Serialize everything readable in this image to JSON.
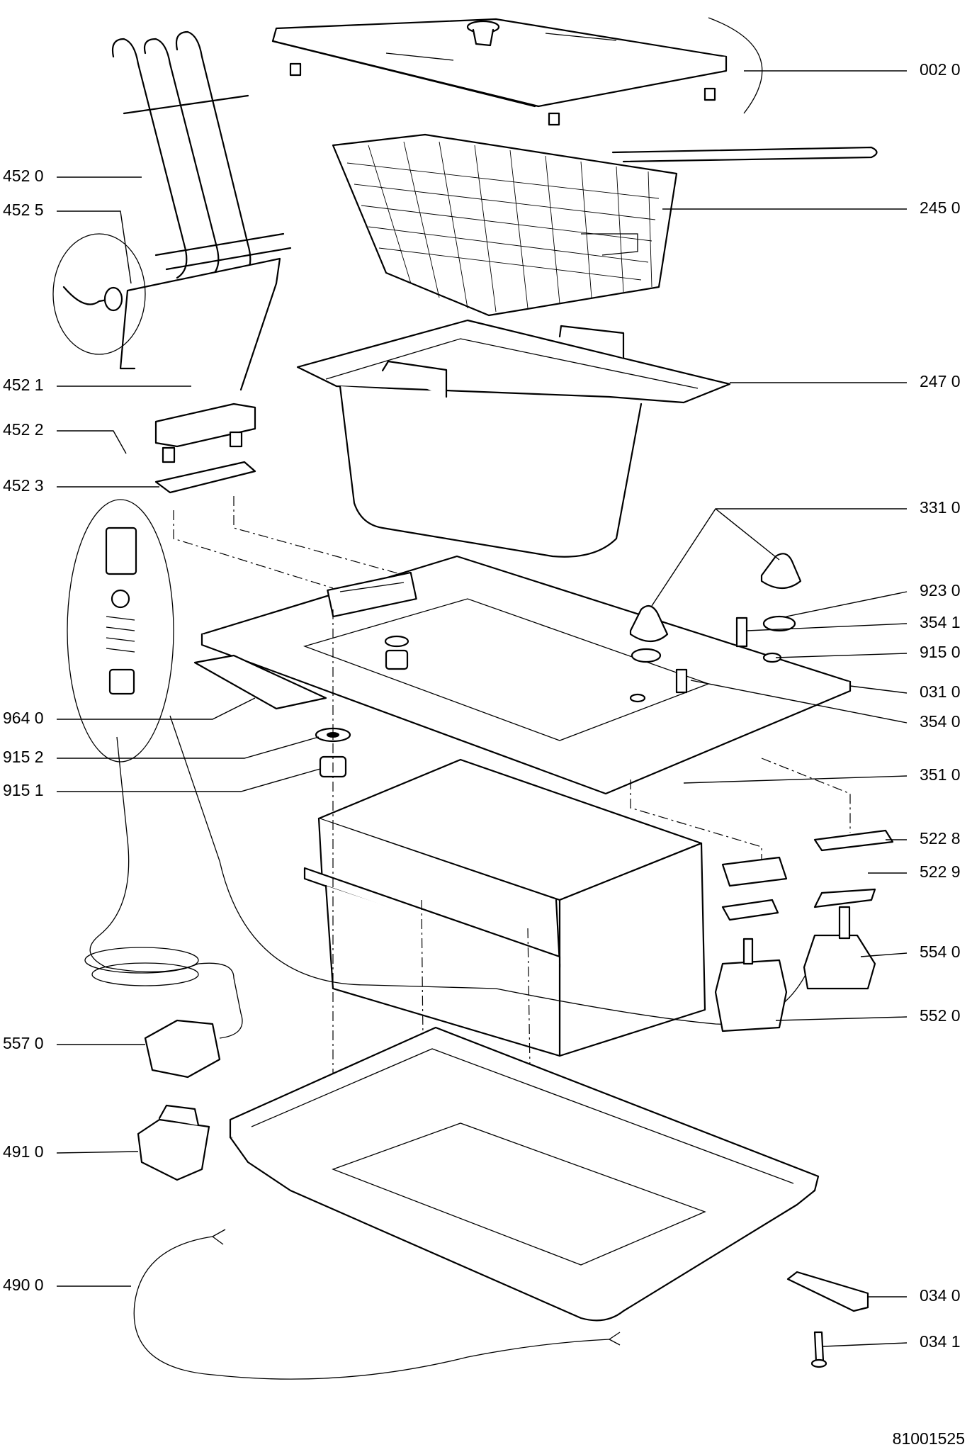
{
  "diagram": {
    "figure_code": "81001525",
    "parts": [
      {
        "id": "lid",
        "label": "002 0"
      },
      {
        "id": "basket",
        "label": "245 0"
      },
      {
        "id": "oil-tank",
        "label": "247 0"
      },
      {
        "id": "knobs",
        "label": "331 0"
      },
      {
        "id": "knob-washer",
        "label": "923 0"
      },
      {
        "id": "spindle-a",
        "label": "354 1"
      },
      {
        "id": "washer-a",
        "label": "915 0"
      },
      {
        "id": "top-plate",
        "label": "031 0"
      },
      {
        "id": "spindle-b",
        "label": "354 0"
      },
      {
        "id": "lamp",
        "label": "351 0"
      },
      {
        "id": "gasket-a",
        "label": "522 8"
      },
      {
        "id": "gasket-b",
        "label": "522 9"
      },
      {
        "id": "thermostat",
        "label": "554 0"
      },
      {
        "id": "switch",
        "label": "552 0"
      },
      {
        "id": "seal",
        "label": "964 0"
      },
      {
        "id": "washer-b",
        "label": "915 2"
      },
      {
        "id": "nut",
        "label": "915 1"
      },
      {
        "id": "element",
        "label": "452 0"
      },
      {
        "id": "element-detail",
        "label": "452 5"
      },
      {
        "id": "element-bracket",
        "label": "452 1"
      },
      {
        "id": "element-pin",
        "label": "452 2"
      },
      {
        "id": "element-plate",
        "label": "452 3"
      },
      {
        "id": "safety-thermostat",
        "label": "557 0"
      },
      {
        "id": "connector",
        "label": "491 0"
      },
      {
        "id": "mains-cable",
        "label": "490 0"
      },
      {
        "id": "cable-clamp",
        "label": "034 0"
      },
      {
        "id": "screw",
        "label": "034 1"
      }
    ]
  }
}
